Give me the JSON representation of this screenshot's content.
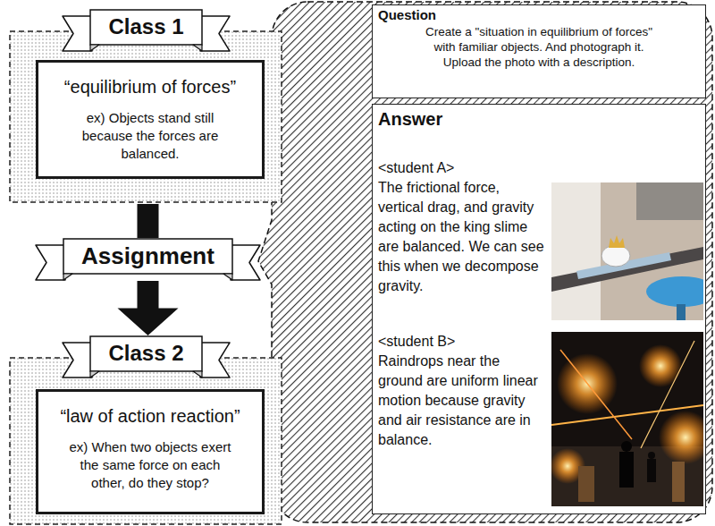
{
  "diagram": {
    "nodes": [
      {
        "text": [
          "Class 1"
        ]
      },
      {
        "text": [
          "“equilibrium of forces”",
          "ex) Objects stand still because the forces are balanced."
        ],
        "in": 0
      },
      {
        "text": [
          "Assignment"
        ]
      },
      {
        "text": [
          "Class 2"
        ]
      },
      {
        "text": [
          "“law of action reaction”",
          "ex) When two objects exert the same force on each other, do they stop?"
        ],
        "in": 3
      },
      {
        "text": [
          "Question",
          "Create a \"situation in equilibrium of forces\" with familiar objects. And photograph it. Upload the photo with a description."
        ]
      },
      {
        "text": [
          "Answer",
          "<student A>",
          "The frictional force, vertical drag, and gravity acting on the king slime are balanced. We can see this when we decompose gravity.",
          "<student B>",
          "Raindrops near the ground are uniform linear motion because gravity and air resistance are in balance."
        ]
      }
    ],
    "edges": [
      {
        "from": 0,
        "to": 2,
        "arrow": "none"
      },
      {
        "from": 2,
        "to": 3,
        "arrow": "to"
      }
    ]
  }
}
